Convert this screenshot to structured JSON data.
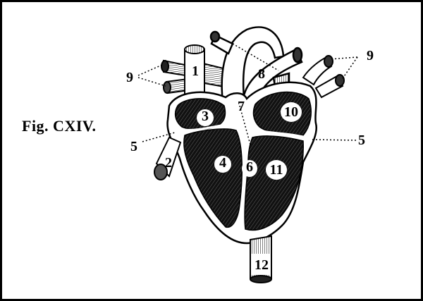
{
  "figure": {
    "title": "Fig. CXIV.",
    "border_color": "#000000",
    "background": "#ffffff",
    "chamber_fill": "#1a1a1a"
  },
  "labels": {
    "l1": "1",
    "l2": "2",
    "l3": "3",
    "l4": "4",
    "l5_left": "5",
    "l5_right": "5",
    "l6": "6",
    "l7": "7",
    "l8": "8",
    "l9_left": "9",
    "l9_right": "9",
    "l10": "10",
    "l11": "11",
    "l12": "12"
  }
}
